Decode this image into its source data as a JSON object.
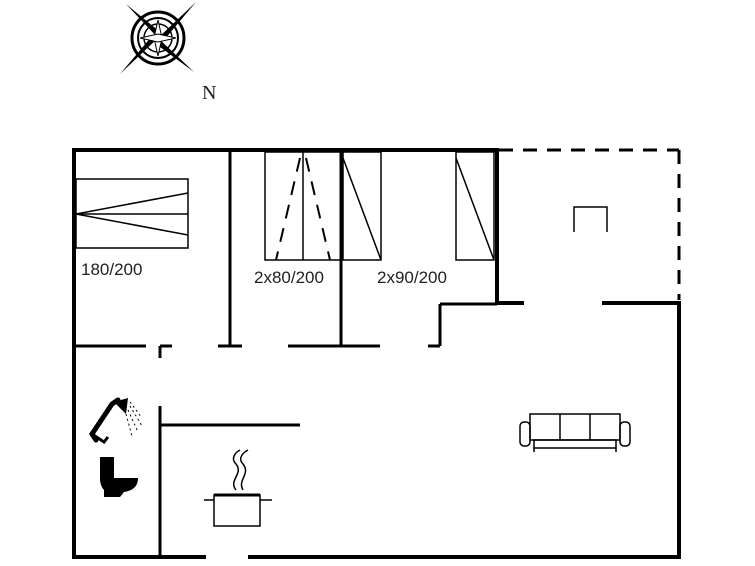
{
  "compass": {
    "north_label": "N",
    "icon": "compass-rose-icon"
  },
  "rooms": {
    "double_bed": {
      "label": "180/200"
    },
    "twin_beds_80": {
      "label": "2x80/200"
    },
    "twin_beds_90": {
      "label": "2x90/200"
    }
  },
  "fixtures": [
    "shower-icon",
    "toilet-icon",
    "cooking-pot-icon",
    "sofa-icon",
    "fireplace-icon"
  ],
  "colors": {
    "line": "#000000",
    "background": "#ffffff"
  }
}
